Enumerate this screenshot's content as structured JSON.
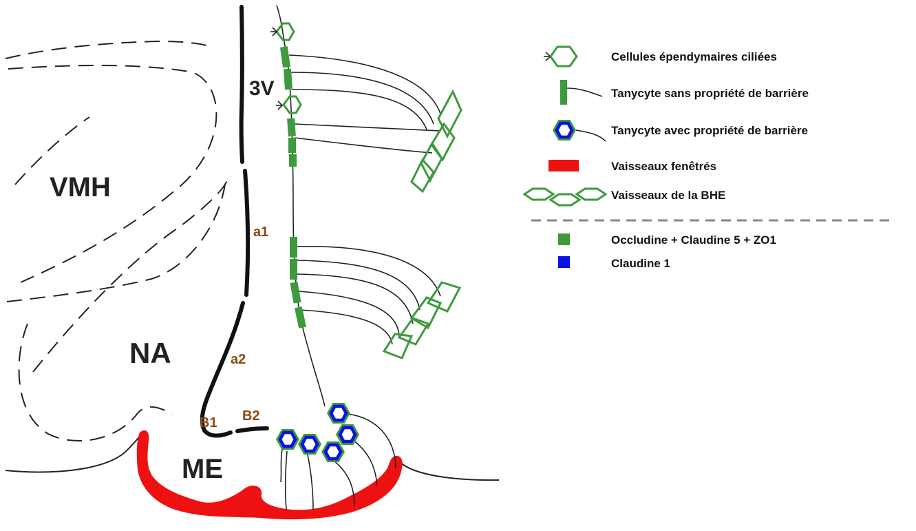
{
  "regions": {
    "third_ventricle": "3V",
    "vmh": "VMH",
    "na": "NA",
    "me": "ME"
  },
  "segments": {
    "a1": "a1",
    "a2": "a2",
    "b1": "B1",
    "b2": "B2"
  },
  "legend": {
    "items": [
      {
        "label": "Cellules épendymaires ciliées",
        "icon": "ciliated-ependymal-cell-icon"
      },
      {
        "label": "Tanycyte sans propriété de barrière",
        "icon": "non-barrier-tanycyte-icon"
      },
      {
        "label": "Tanycyte avec propriété de barrière",
        "icon": "barrier-tanycyte-icon"
      },
      {
        "label": "Vaisseaux fenêtrés",
        "icon": "fenestrated-vessel-icon"
      },
      {
        "label": "Vaisseaux de la BHE",
        "icon": "bbb-vessel-icon"
      },
      {
        "label": "Occludine + Claudine 5 + ZO1",
        "icon": "green-square-icon"
      },
      {
        "label": "Claudine 1",
        "icon": "blue-square-icon"
      }
    ]
  },
  "colors": {
    "green": "#3d9a3d",
    "blue": "#0b10e6",
    "red": "#ee1111",
    "outline": "#222222",
    "brown": "#8b4a13",
    "divider": "#888888"
  }
}
